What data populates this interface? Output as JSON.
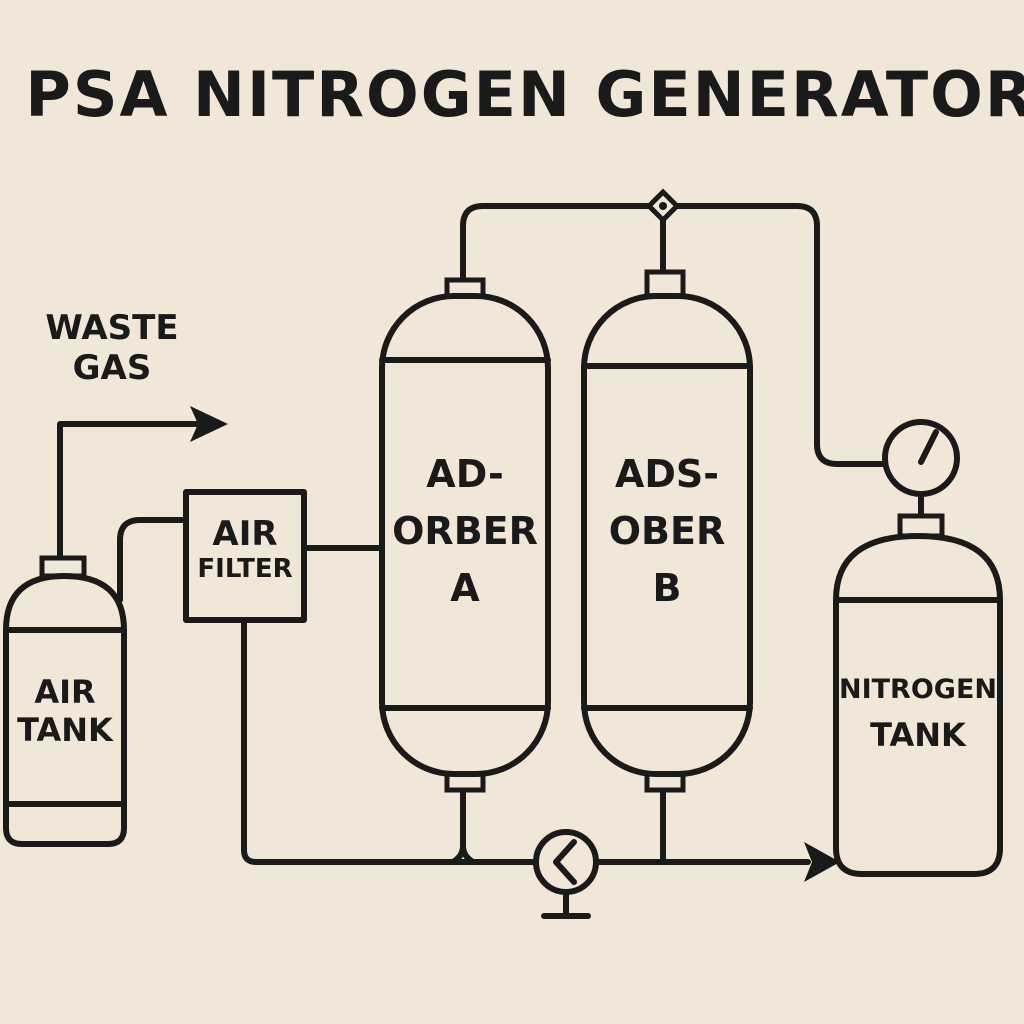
{
  "title": "PSA NITROGEN GENERATOR",
  "components": {
    "waste_gas": {
      "line1": "WASTE",
      "line2": "GAS"
    },
    "air_tank": {
      "line1": "AIR",
      "line2": "TANK"
    },
    "air_filter": {
      "line1": "AIR",
      "line2": "FILTER"
    },
    "adsorber_a": {
      "line1": "AD-",
      "line2": "ORBER",
      "line3": "A"
    },
    "adsorber_b": {
      "line1": "ADS-",
      "line2": "OBER",
      "line3": "B"
    },
    "nitrogen_tank": {
      "line1": "NITROGEN",
      "line2": "TANK"
    }
  }
}
